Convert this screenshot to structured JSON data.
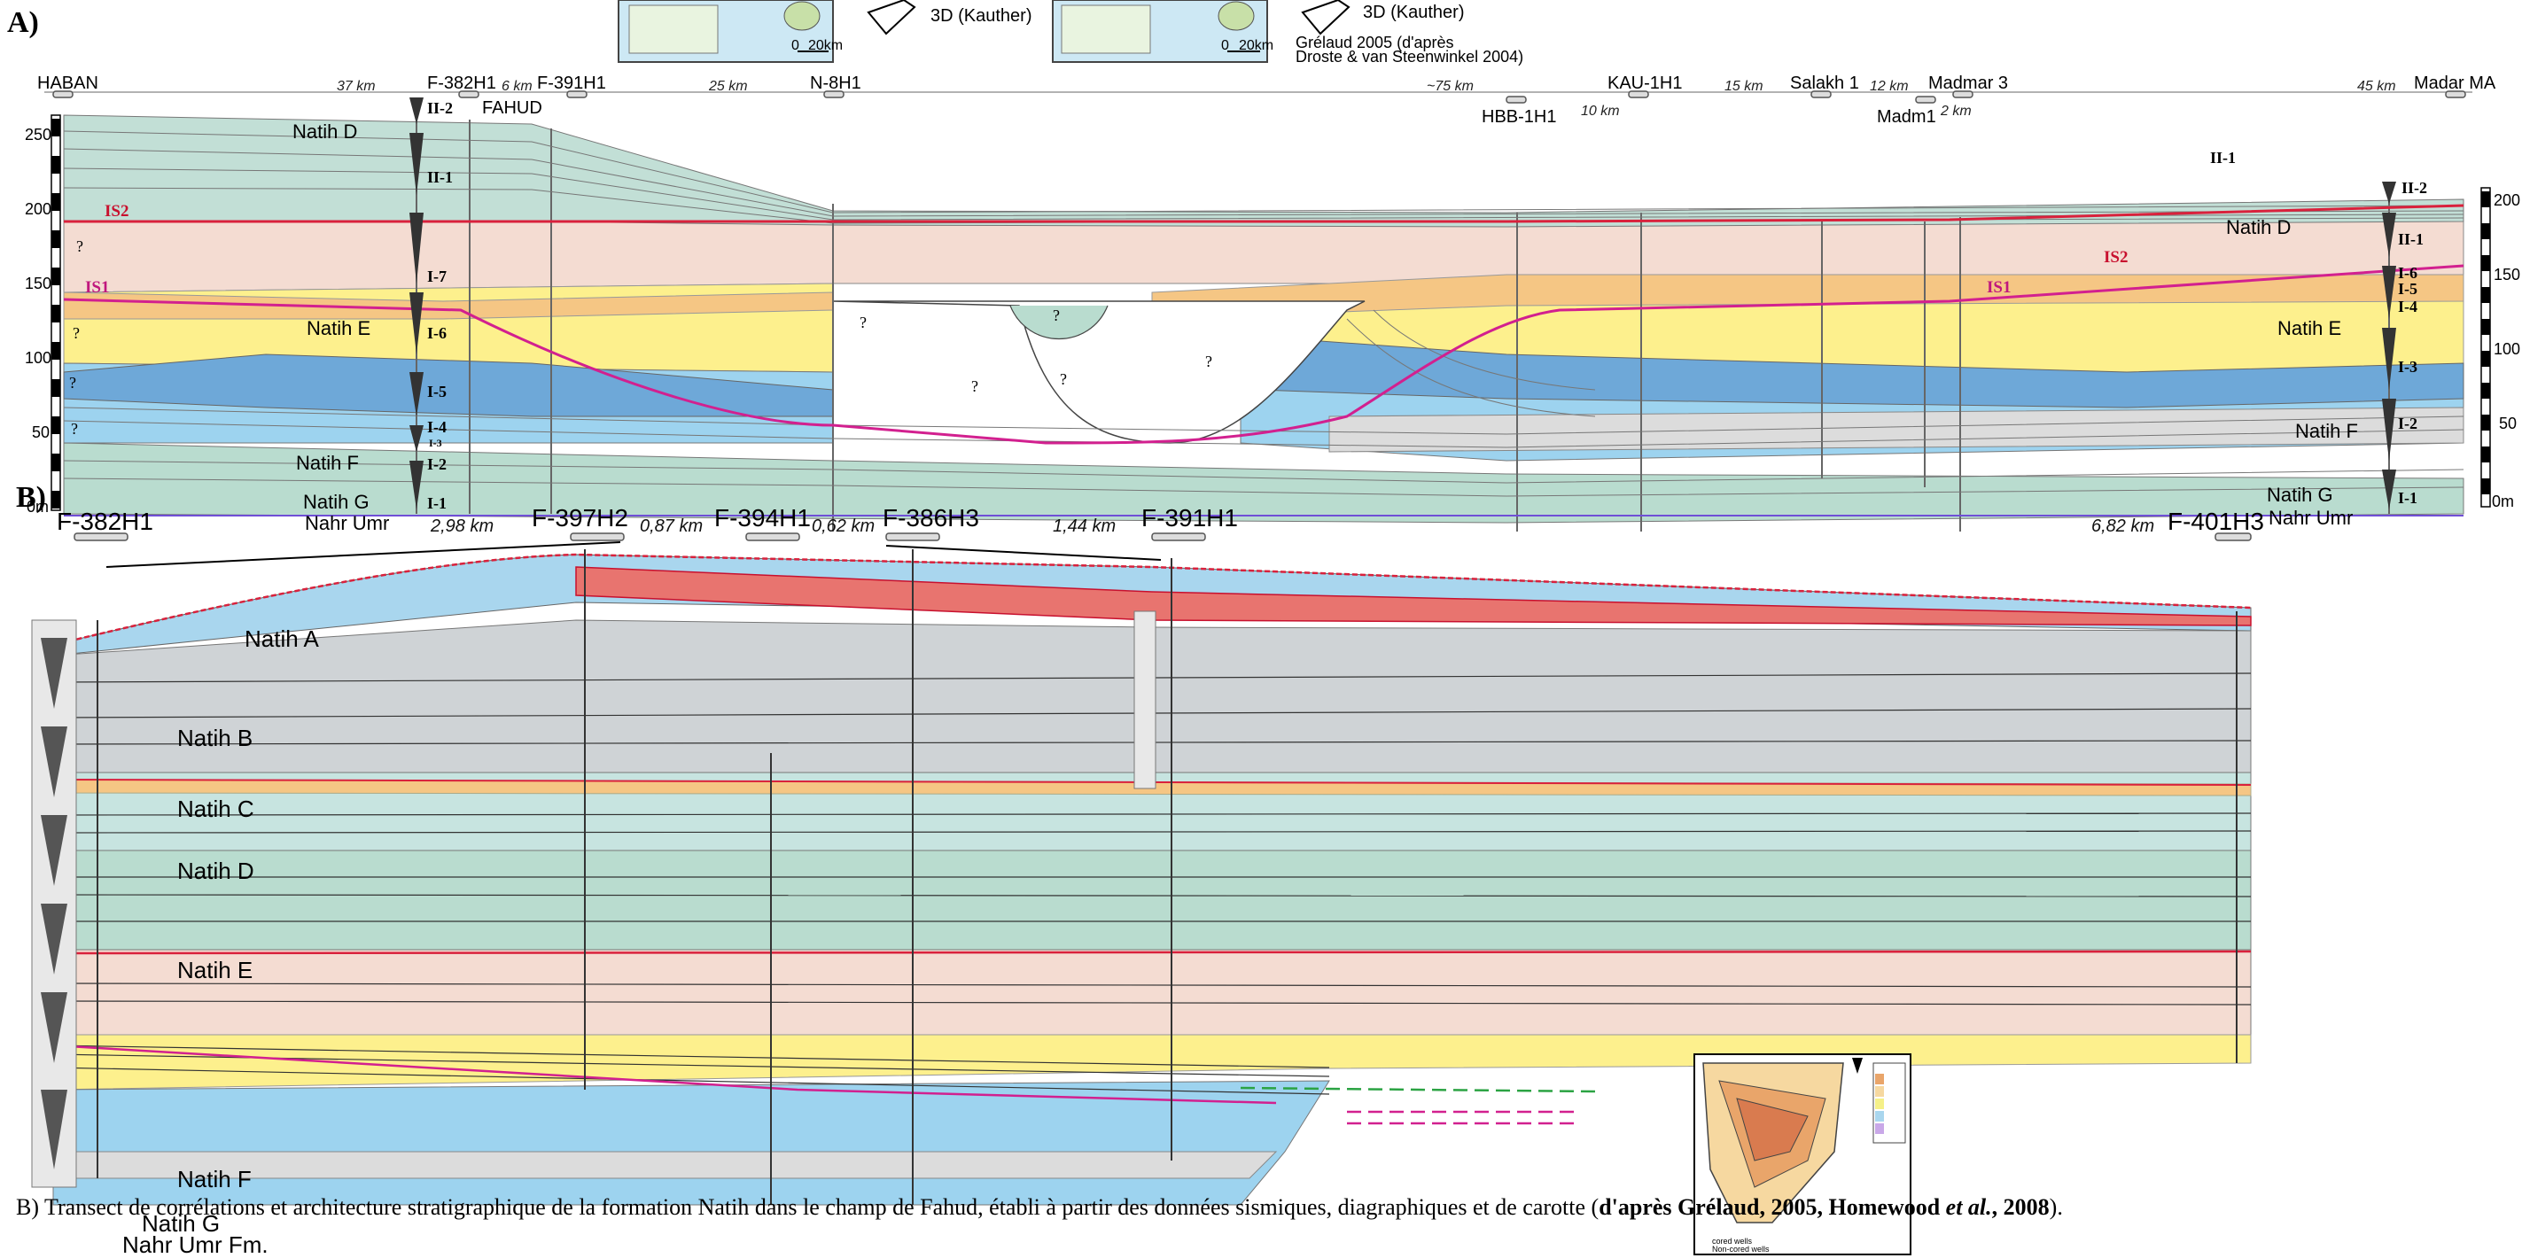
{
  "panel_a": {
    "label": "A)",
    "inset_left": {
      "scale_zero": "0",
      "scale_end": "20km",
      "source": "3D (Kauther)"
    },
    "inset_right": {
      "scale_zero": "0",
      "scale_end": "20km",
      "source": "3D (Kauther)",
      "credit_line1": "Grélaud 2005 (d'après",
      "credit_line2": "Droste & van Steenwinkel 2004)"
    },
    "wells": [
      "HABAN",
      "F-382H1",
      "F-391H1",
      "N-8H1",
      "HBB-1H1",
      "KAU-1H1",
      "Salakh 1",
      "Madmar 3",
      "Madm1",
      "Madar MA"
    ],
    "field": "FAHUD",
    "distances": [
      "37 km",
      "6 km",
      "25 km",
      "~75 km",
      "10 km",
      "15 km",
      "12 km",
      "2 km",
      "45 km"
    ],
    "left_axis": [
      "250",
      "200",
      "150",
      "100",
      "50",
      "0m"
    ],
    "right_axis": [
      "200",
      "150",
      "100",
      "50",
      "0m"
    ],
    "units": [
      "Natih D",
      "Natih E",
      "Natih F",
      "Natih G",
      "Nahr Umr"
    ],
    "units_right": [
      "Natih D",
      "Natih E",
      "Natih F",
      "Natih G",
      "Nahr Umr"
    ],
    "surfaces": {
      "is2": "IS2",
      "is1": "IS1"
    },
    "sequences_left": [
      "II-2",
      "II-1",
      "I-7",
      "I-6",
      "I-5",
      "I-4",
      "I-3",
      "I-2",
      "I-1"
    ],
    "sequences_right": [
      "II-2",
      "II-1",
      "I-6",
      "I-5",
      "I-4",
      "I-3",
      "I-2",
      "I-1"
    ],
    "sequence_top_right": "II-1",
    "question": "?"
  },
  "panel_b": {
    "label": "B)",
    "wells": [
      "F-382H1",
      "F-397H2",
      "F-394H1",
      "F-386H3",
      "F-391H1",
      "F-401H3"
    ],
    "distances": [
      "2,98 km",
      "0,87 km",
      "0,62 km",
      "1,44 km",
      "6,82 km"
    ],
    "units": [
      "Natih A",
      "Natih B",
      "Natih C",
      "Natih D",
      "Natih E",
      "Natih F",
      "Natih G"
    ],
    "base": "Nahr Umr Fm.",
    "map_legend": [
      "cored wells",
      "Non-cored wells"
    ]
  },
  "caption": {
    "text": "B) Transect de corrélations et architecture stratigraphique de la formation Natih dans le champ de Fahud, établi à partir des données sismiques, diagraphiques et de carotte (",
    "bold": "d'après Grélaud, 2005, Homewood ",
    "italic": "et al.",
    "bold_end": ", 2008",
    "end": ")."
  },
  "colors": {
    "natih_a": "#a9d6ee",
    "natih_b": "#cfd3d6",
    "natih_c": "#c7e4e0",
    "natih_d": "#b9dccf",
    "natih_e": "#f4dcd2",
    "yellow": "#fdf08d",
    "orange": "#f5c684",
    "blue_deep": "#6ea8d8",
    "blue_light": "#9dd3ef",
    "red_surface": "#d9213c",
    "magenta_surface": "#d2208f"
  }
}
